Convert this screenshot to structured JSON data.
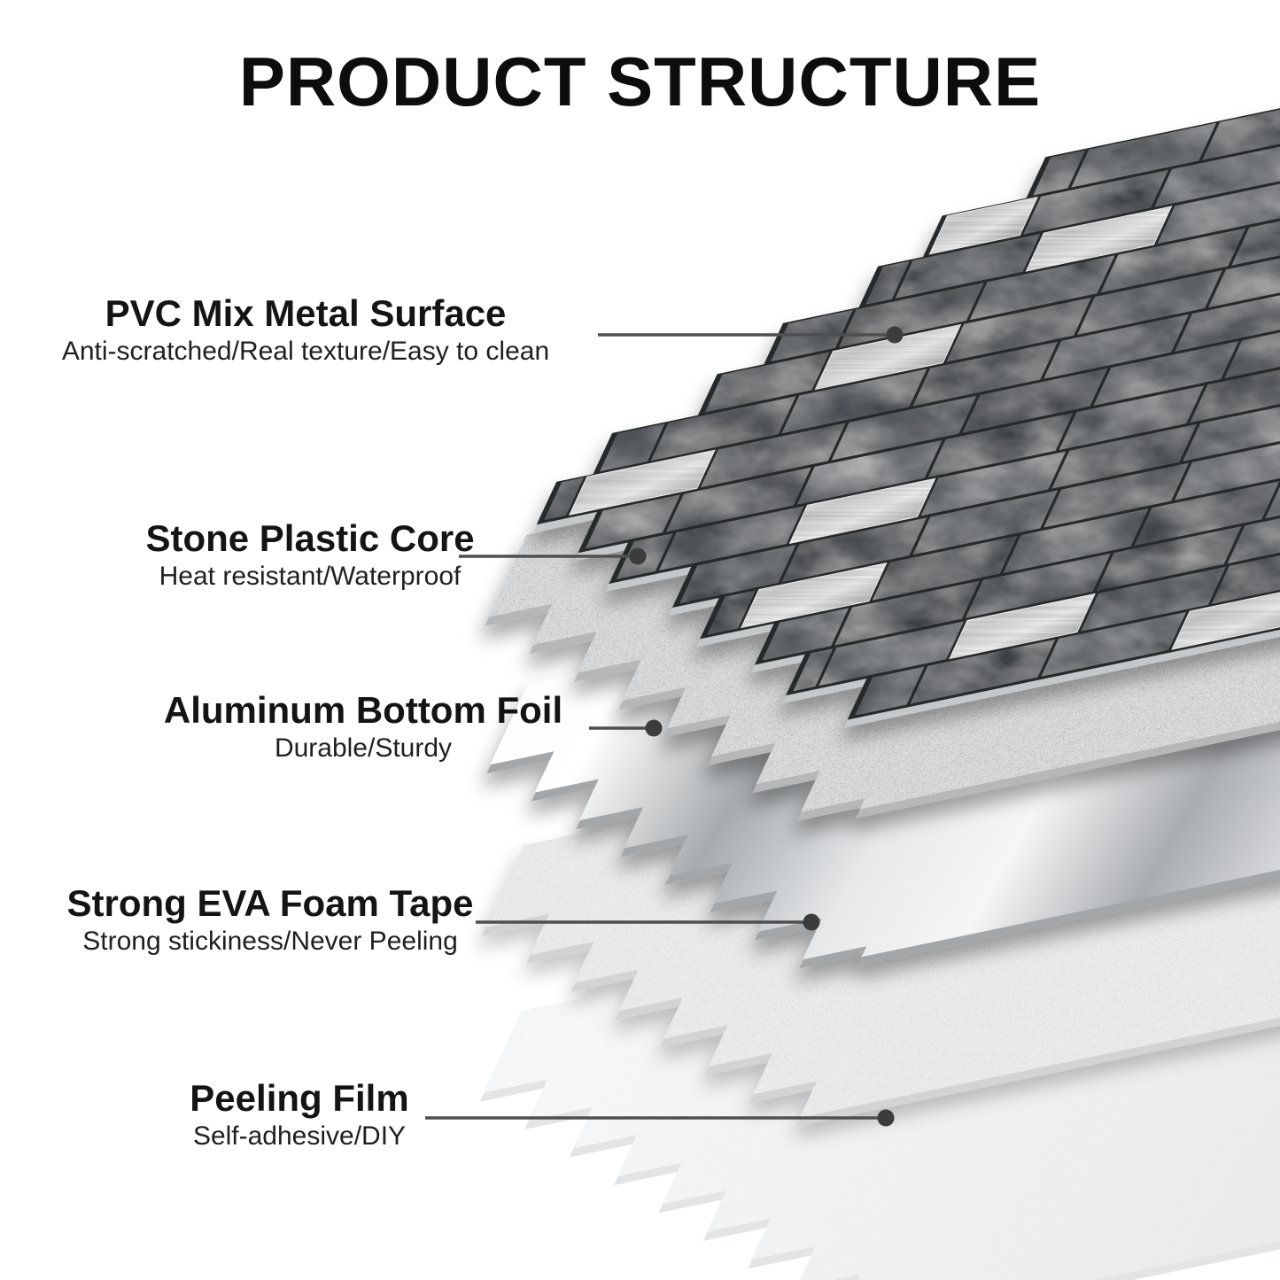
{
  "title": "PRODUCT STRUCTURE",
  "layers": [
    {
      "label": "PVC Mix Metal Surface",
      "subtitle": "Anti-scratched/Real texture/Easy to clean"
    },
    {
      "label": "Stone Plastic Core",
      "subtitle": "Heat resistant/Waterproof"
    },
    {
      "label": "Aluminum Bottom Foil",
      "subtitle": "Durable/Sturdy"
    },
    {
      "label": "Strong EVA Foam Tape",
      "subtitle": "Strong stickiness/Never Peeling"
    },
    {
      "label": "Peeling Film",
      "subtitle": "Self-adhesive/DIY"
    }
  ],
  "colors": {
    "text": "#141414",
    "leader_line": "#4f4f4f",
    "leader_dot": "#3c3c3c",
    "tile_dark": "#4a5055",
    "tile_metal": "#d8dadc",
    "core_speckle": "#dadbdc",
    "aluminum": "#c3c6c9",
    "eva_foam": "#ededee",
    "peeling_film": "#f3f4f5"
  }
}
